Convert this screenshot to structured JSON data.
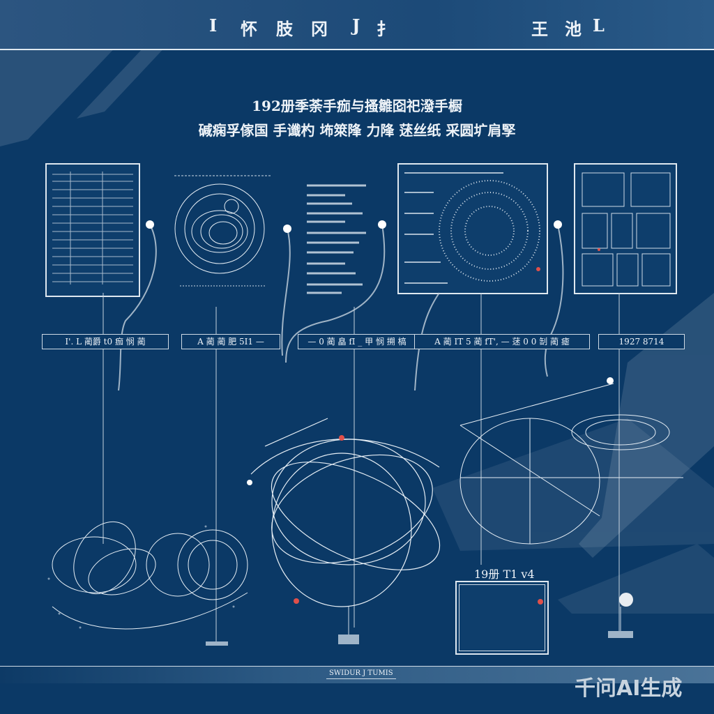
{
  "header": {
    "left_items": [
      "I",
      "怀",
      "肢",
      "冈",
      "J",
      "扌"
    ],
    "right_items": [
      "王",
      "池",
      "L"
    ]
  },
  "title": {
    "line1": "192册季荼手痂与搔雛囵祀潑手橱",
    "line2": "碱痫孚傢国 手谶杓 㘵箂䧏 力䧏 蒁丝纸 采圆圹肩孯"
  },
  "timeline_labels": [
    "I'. L 蔺爵 t0 痂 悯 蔺",
    "A 蔺 蔺 肥 5I1 —",
    "— 0 蔺 皛 fI _ 甲 悯 搠 槁",
    "A 蔺 IT 5 蔺 fT', — 蒁 0 0 㓡 蔺 瘧",
    "1927 8714"
  ],
  "year_caption": "19册 T1 ⅴ4",
  "footer": {
    "caption": "SWIDUR J TUMIS"
  },
  "watermark": "千问AI生成",
  "colors": {
    "background": "#0b3966",
    "line": "#dfe8f0",
    "accent_dot": "#e0504a"
  }
}
